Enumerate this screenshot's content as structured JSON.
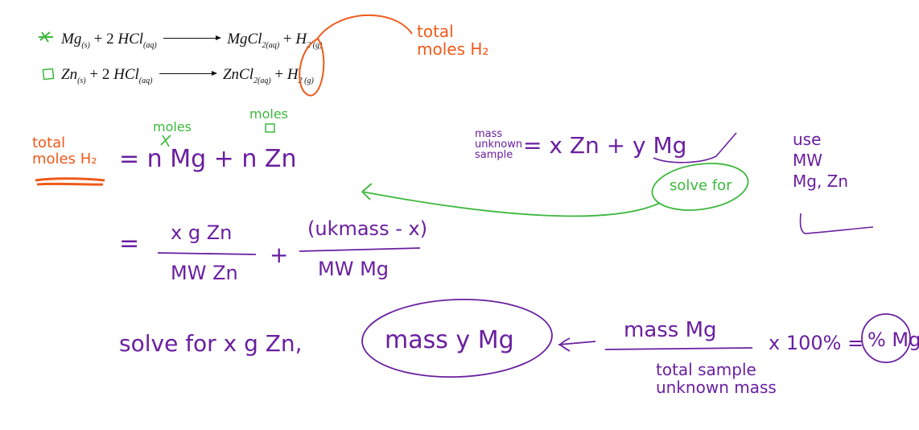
{
  "equations": [
    {
      "marker": "star-check",
      "reactant1": "Mg",
      "reactant1_state": "(s)",
      "coef": "+ 2",
      "reactant2": "HCl",
      "reactant2_state": "(aq)",
      "product1": "MgCl",
      "product1_sub": "2",
      "product1_state": "(aq)",
      "plus": "+",
      "product2": "H",
      "product2_sub": "2 (g)"
    },
    {
      "marker": "square",
      "reactant1": "Zn",
      "reactant1_state": "(s)",
      "coef": "+ 2",
      "reactant2": "HCl",
      "reactant2_state": "(aq)",
      "product1": "ZnCl",
      "product1_sub": "2",
      "product1_state": "(aq)",
      "plus": "+",
      "product2": "H",
      "product2_sub": "2 (g)"
    }
  ],
  "annotations": {
    "total_moles_h2_top": "total\nmoles H₂",
    "total_moles_left": "total\nmoles H₂",
    "moles_label_1": "moles",
    "moles_label_2": "moles",
    "eq_line1": "= n Mg  +  n Zn",
    "mass_unknown_sample": "mass\nunknown\nsample",
    "mass_eq": "= x Zn + y Mg",
    "solve_for": "solve for",
    "use_mw": "use\nMW\nMg, Zn",
    "frac1_num": "x g Zn",
    "frac1_den": "MW Zn",
    "frac2_num": "(ukmass - x)",
    "frac2_den": "MW Mg",
    "equals": "=",
    "plus": "+",
    "solve_for_x": "solve for  x  g Zn,",
    "mass_y_mg": "mass y Mg",
    "mass_mg": "mass Mg",
    "total_sample": "total sample\nunknown mass",
    "times_100": "x 100% =",
    "percent_mg": "% Mg"
  },
  "colors": {
    "purple": "#6a1fa0",
    "green": "#3cb83c",
    "orange": "#f05a1a"
  }
}
